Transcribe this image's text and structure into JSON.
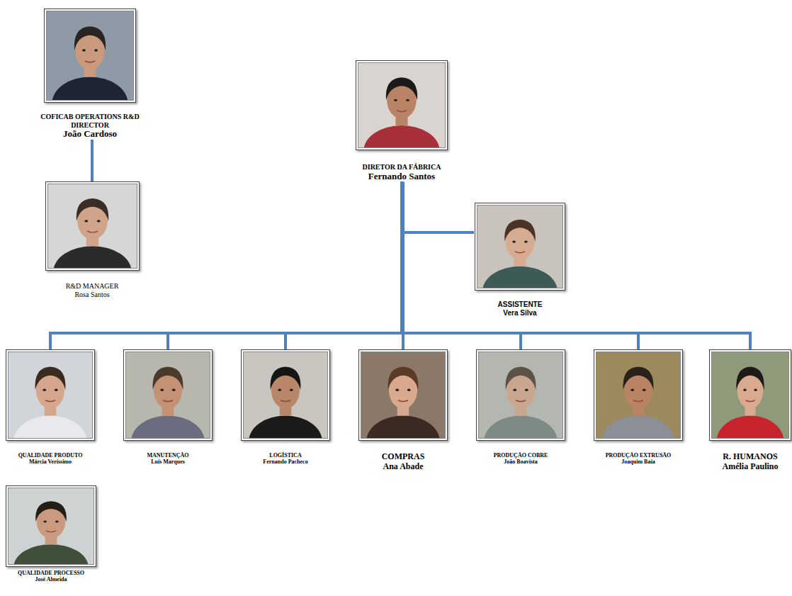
{
  "diagram": {
    "nodes": [
      {
        "text": [
          "COFICAB OPERATIONS R&D DIRECTOR",
          "João Cardoso"
        ]
      },
      {
        "text": [
          "R&D MANAGER",
          "Rosa Santos"
        ]
      },
      {
        "text": [
          "DIRETOR DA FÁBRICA",
          "Fernando Santos"
        ]
      },
      {
        "text": [
          "ASSISTENTE",
          "Vera Silva"
        ]
      },
      {
        "text": [
          "QUALIDADE PRODUTO",
          "Márcia Veríssimo"
        ]
      },
      {
        "text": [
          "MANUTENÇÃO",
          "Luís Marques"
        ]
      },
      {
        "text": [
          "LOGÍSTICA",
          "Fernando Pacheco"
        ]
      },
      {
        "text": [
          "COMPRAS",
          "Ana Abade"
        ]
      },
      {
        "text": [
          "PRODUÇÃO COBRE",
          "João Boavista"
        ]
      },
      {
        "text": [
          "PRODUÇÃO EXTRUSÃO",
          "Joaquim Baía"
        ]
      },
      {
        "text": [
          "R. HUMANOS",
          "Amélia Paulino"
        ]
      },
      {
        "text": [
          "QUALIDADE PROCESSO",
          "José Almeida"
        ]
      }
    ],
    "edges": [
      {
        "from": 0,
        "to": 1,
        "arrow": "none"
      },
      {
        "from": 2,
        "to": 3,
        "arrow": "none"
      },
      {
        "from": 2,
        "to": 4,
        "arrow": "none"
      },
      {
        "from": 2,
        "to": 5,
        "arrow": "none"
      },
      {
        "from": 2,
        "to": 6,
        "arrow": "none"
      },
      {
        "from": 2,
        "to": 7,
        "arrow": "none"
      },
      {
        "from": 2,
        "to": 8,
        "arrow": "none"
      },
      {
        "from": 2,
        "to": 9,
        "arrow": "none"
      },
      {
        "from": 2,
        "to": 10,
        "arrow": "none"
      }
    ]
  }
}
